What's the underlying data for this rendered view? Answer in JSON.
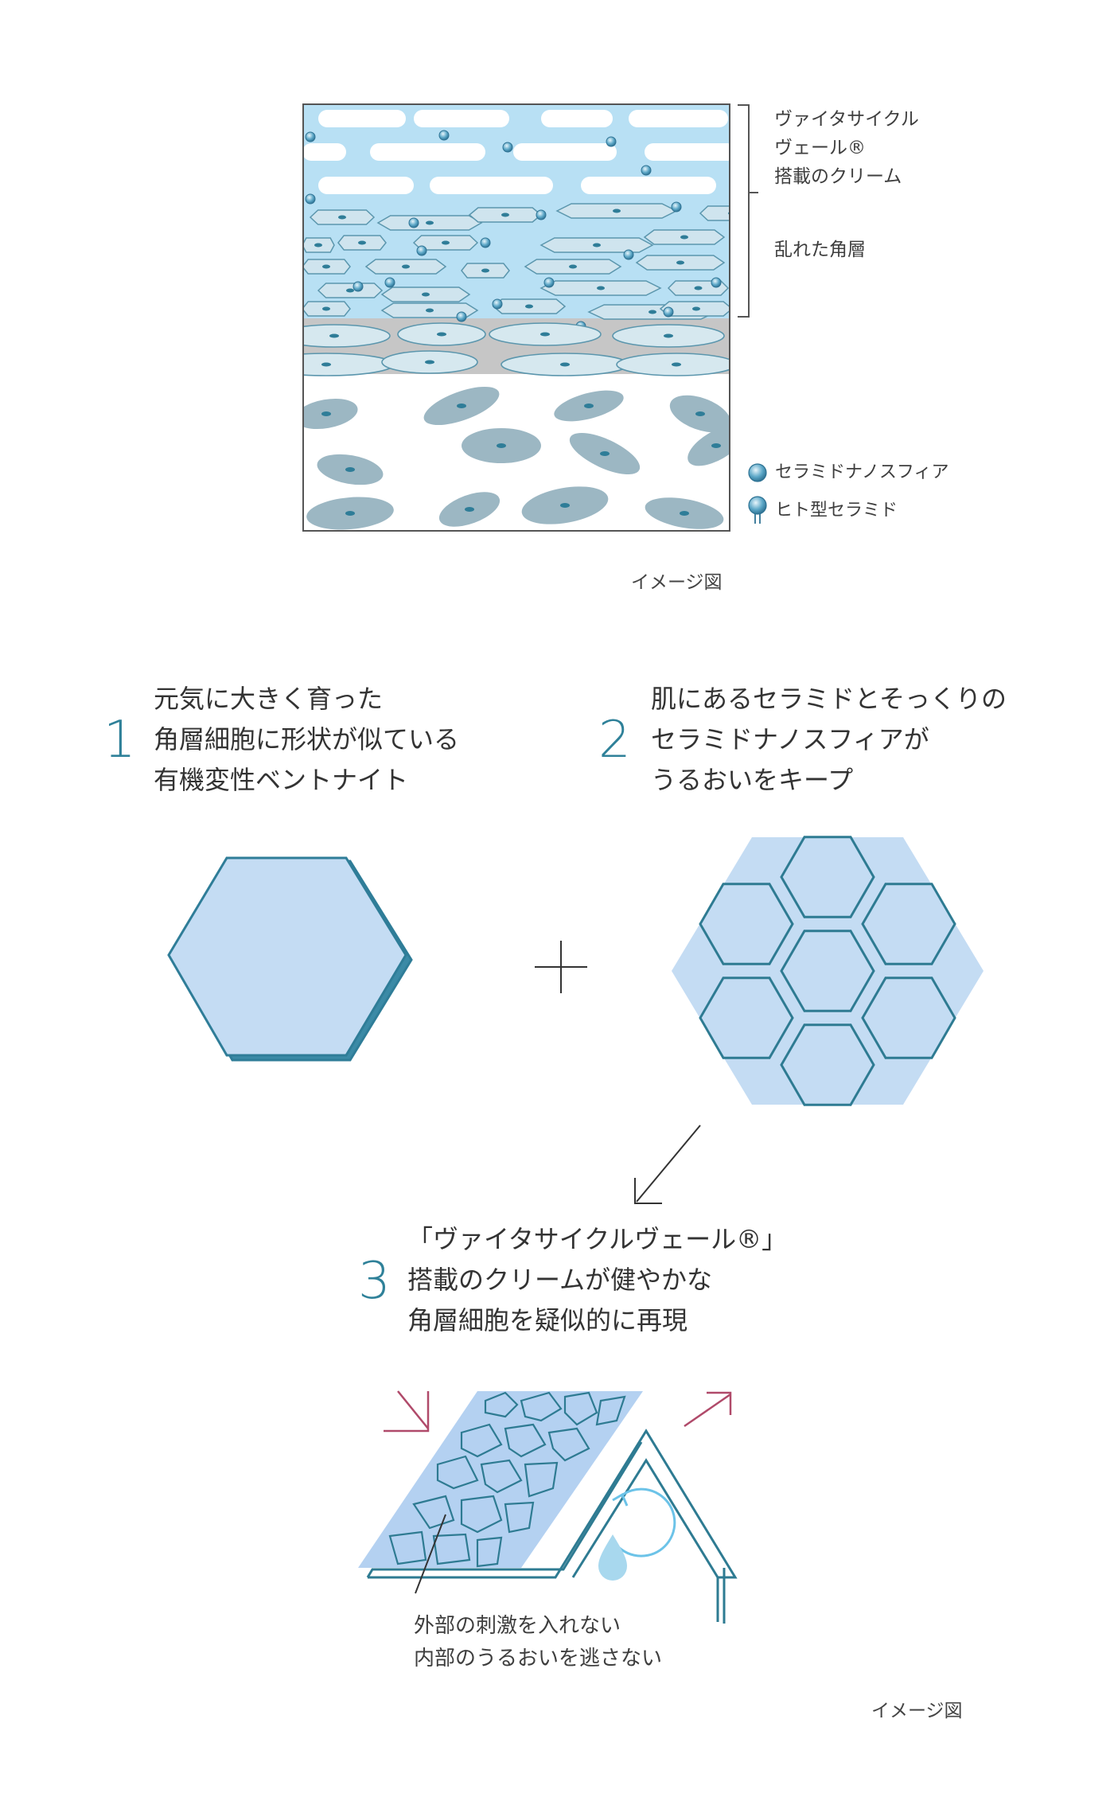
{
  "diagram1": {
    "bracket_labels": {
      "cream": [
        "ヴァイタサイクル",
        "ヴェール®",
        "搭載のクリーム"
      ],
      "disturbed": "乱れた角層"
    },
    "legend": [
      {
        "label": "セラミドナノスフィア",
        "icon": "ceramide-nanosphere-icon"
      },
      {
        "label": "ヒト型セラミド",
        "icon": "human-ceramide-icon"
      }
    ],
    "caption": "イメージ図"
  },
  "steps": [
    {
      "num": "1",
      "lines": [
        "元気に大きく育った",
        "角層細胞に形状が似ている",
        "有機変性ベントナイト"
      ]
    },
    {
      "num": "2",
      "lines": [
        "肌にあるセラミドとそっくりの",
        "セラミドナノスフィアが",
        "うるおいをキープ"
      ]
    },
    {
      "num": "3",
      "lines": [
        "「ヴァイタサイクルヴェール®」",
        "搭載のクリームが健やかな",
        "角層細胞を疑似的に再現"
      ]
    }
  ],
  "diagram2": {
    "callout": [
      "外部の刺激を入れない",
      "内部のうるおいを逃さない"
    ],
    "caption": "イメージ図"
  },
  "colors": {
    "accent": "#2f8199",
    "cream_layer": "#b8e0f4",
    "hex_fill": "#c4dcf3",
    "arrow_red": "#b04a6a",
    "drop": "#a8d8ee"
  }
}
